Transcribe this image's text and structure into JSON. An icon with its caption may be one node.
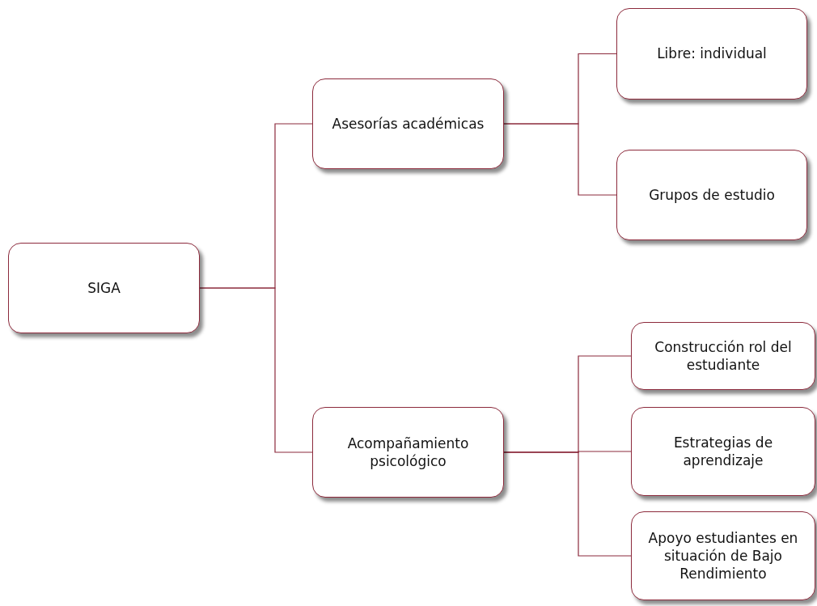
{
  "diagram": {
    "nodes": [
      {
        "text": [
          "SIGA"
        ]
      },
      {
        "text": [
          "Asesorías académicas"
        ]
      },
      {
        "text": [
          "Acompañamiento psicológico"
        ]
      },
      {
        "text": [
          "Libre: individual"
        ]
      },
      {
        "text": [
          "Grupos de estudio"
        ]
      },
      {
        "text": [
          "Construcción rol del estudiante"
        ]
      },
      {
        "text": [
          "Estrategias de aprendizaje"
        ]
      },
      {
        "text": [
          "Apoyo estudiantes en situación de Bajo Rendimiento"
        ]
      }
    ],
    "edges": [
      {
        "from": 0,
        "to": 1,
        "arrow": "none"
      },
      {
        "from": 0,
        "to": 2,
        "arrow": "none"
      },
      {
        "from": 1,
        "to": 3,
        "arrow": "none"
      },
      {
        "from": 1,
        "to": 4,
        "arrow": "none"
      },
      {
        "from": 2,
        "to": 5,
        "arrow": "none"
      },
      {
        "from": 2,
        "to": 6,
        "arrow": "none"
      },
      {
        "from": 2,
        "to": 7,
        "arrow": "none"
      }
    ]
  }
}
